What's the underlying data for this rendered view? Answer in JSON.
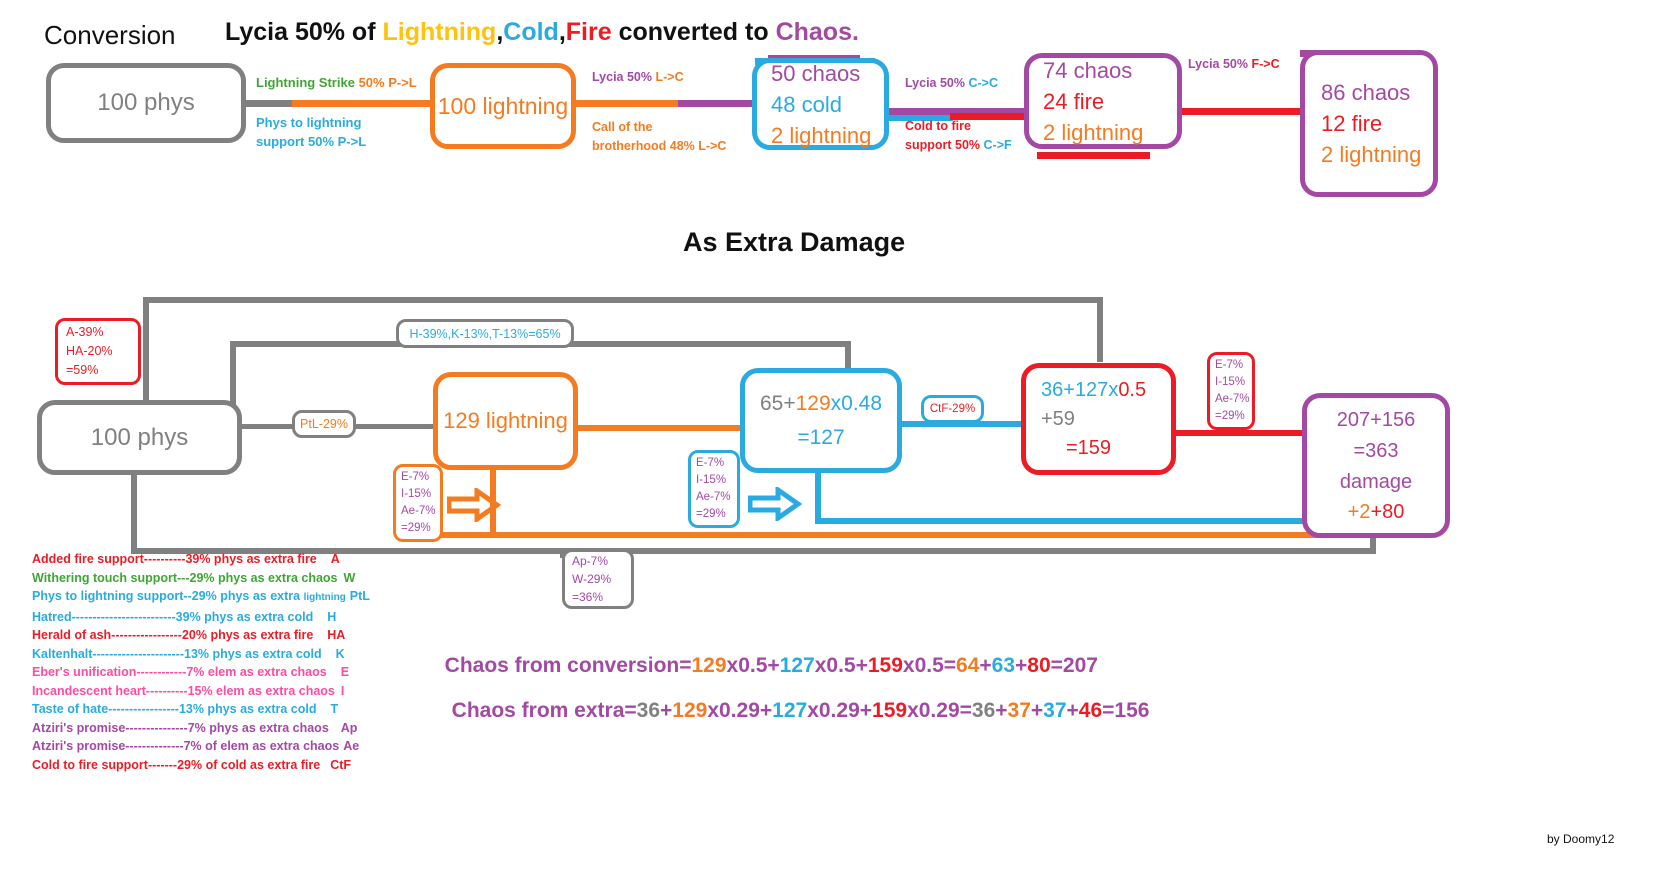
{
  "meta": {
    "credit": "by Doomy12",
    "colors": {
      "grey": "#808080",
      "orange": "#F47B20",
      "blue": "#29ABE2",
      "red": "#ED1C24",
      "purple": "#A349A4",
      "green": "#3FA535",
      "pink": "#FF4BA0",
      "gold": "#FFC20E",
      "black": "#111111"
    }
  },
  "section1": {
    "title": "Conversion",
    "headline": {
      "part1": "Lycia 50% of ",
      "lightning": "Lightning",
      "comma1": ",",
      "cold": "Cold",
      "comma2": ",",
      "fire": "Fire",
      "part2": " converted to ",
      "chaos": "Chaos."
    },
    "nodes": [
      {
        "id": "phys",
        "lines": [
          {
            "text": "100 phys",
            "color": "grey"
          }
        ]
      },
      {
        "id": "lightning",
        "lines": [
          {
            "text": "100 lightning",
            "color": "orange"
          }
        ]
      },
      {
        "id": "chaos50",
        "lines": [
          {
            "text": "50 chaos",
            "color": "purple"
          },
          {
            "text": "48 cold",
            "color": "blue"
          },
          {
            "text": "2 lightning",
            "color": "orange"
          }
        ]
      },
      {
        "id": "chaos74",
        "lines": [
          {
            "text": "74 chaos",
            "color": "purple"
          },
          {
            "text": "24 fire",
            "color": "red"
          },
          {
            "text": "2 lightning",
            "color": "orange"
          }
        ]
      },
      {
        "id": "chaos86",
        "lines": [
          {
            "text": "86 chaos",
            "color": "purple"
          },
          {
            "text": "12 fire",
            "color": "red"
          },
          {
            "text": "2 lightning",
            "color": "orange"
          }
        ]
      }
    ],
    "edge_labels": [
      {
        "id": "lightning-strike",
        "name": "Lightning Strike",
        "name_color": "green",
        "value": "50%  P->L",
        "value_color": "orange"
      },
      {
        "id": "phys-to-lightning",
        "name": "Phys to lightning",
        "name_color": "blue",
        "value": "support   50%  P->L",
        "value_color": "blue"
      },
      {
        "id": "lycia-l-c",
        "name": "Lycia 50%",
        "name_color": "purple",
        "value": " L->C",
        "value_color": "orange"
      },
      {
        "id": "call-of-brotherhood",
        "name": "Call of the",
        "name_color": "orange",
        "value": "brotherhood  48% L->C",
        "value_color": "orange"
      },
      {
        "id": "lycia-c-c",
        "name": "Lycia 50%",
        "name_color": "purple",
        "value": " C->C",
        "value_color": "blue"
      },
      {
        "id": "cold-to-fire",
        "name": "Cold to fire",
        "name_color": "red",
        "value": "support 50% ",
        "value2": "C->F",
        "value_color": "red"
      },
      {
        "id": "lycia-f-c",
        "name": "Lycia 50%",
        "name_color": "purple",
        "value": " F->C",
        "value_color": "red"
      }
    ]
  },
  "section2": {
    "title": "As Extra Damage",
    "nodes": [
      {
        "id": "phys2",
        "lines": [
          {
            "text": "100 phys",
            "color": "grey"
          }
        ]
      },
      {
        "id": "lightning129",
        "lines": [
          {
            "text": "129 lightning",
            "color": "orange"
          }
        ]
      },
      {
        "id": "cold127",
        "lines": [
          {
            "seg": [
              {
                "t": "65+",
                "c": "grey"
              },
              {
                "t": "129",
                "c": "orange"
              },
              {
                "t": "x0.48",
                "c": "blue"
              }
            ]
          },
          {
            "seg": [
              {
                "t": "=127",
                "c": "blue"
              }
            ]
          }
        ]
      },
      {
        "id": "fire159",
        "lines": [
          {
            "seg": [
              {
                "t": "36+",
                "c": "blue"
              },
              {
                "t": "127",
                "c": "blue"
              },
              {
                "t": "x",
                "c": "blue"
              },
              {
                "t": "0.5",
                "c": "red"
              }
            ]
          },
          {
            "seg": [
              {
                "t": "+59",
                "c": "grey"
              }
            ]
          },
          {
            "seg": [
              {
                "t": "=159",
                "c": "red"
              }
            ]
          }
        ]
      },
      {
        "id": "total363",
        "lines": [
          {
            "seg": [
              {
                "t": "207+156",
                "c": "purple"
              }
            ]
          },
          {
            "seg": [
              {
                "t": "=363",
                "c": "purple"
              }
            ]
          },
          {
            "seg": [
              {
                "t": "damage",
                "c": "purple"
              }
            ]
          },
          {
            "seg": [
              {
                "t": "+2",
                "c": "orange"
              },
              {
                "t": "+80",
                "c": "red"
              }
            ]
          }
        ]
      }
    ],
    "tags": [
      {
        "id": "a-ha",
        "border": "red",
        "rows": [
          {
            "t": "A-39%",
            "c": "red"
          },
          {
            "t": "HA-20%",
            "c": "red"
          },
          {
            "t": "=59%",
            "c": "red"
          }
        ]
      },
      {
        "id": "h-k-t",
        "border": "grey",
        "rows": [
          {
            "t": "H-39%,K-13%,T-13%=65%",
            "c": "blue"
          }
        ]
      },
      {
        "id": "ptl",
        "border": "grey",
        "rows": [
          {
            "t": "PtL-29%",
            "c": "orange"
          }
        ]
      },
      {
        "id": "extra-chaos-lightning",
        "border": "orange",
        "rows": [
          {
            "t": "E-7%",
            "c": "purple"
          },
          {
            "t": "I-15%",
            "c": "purple"
          },
          {
            "t": "Ae-7%",
            "c": "purple"
          },
          {
            "t": "=29%",
            "c": "purple"
          }
        ]
      },
      {
        "id": "extra-chaos-cold",
        "border": "blue",
        "rows": [
          {
            "t": "E-7%",
            "c": "purple"
          },
          {
            "t": "I-15%",
            "c": "purple"
          },
          {
            "t": "Ae-7%",
            "c": "purple"
          },
          {
            "t": "=29%",
            "c": "purple"
          }
        ]
      },
      {
        "id": "ctf",
        "border": "blue",
        "rows": [
          {
            "t": "CtF-29%",
            "c": "red"
          }
        ]
      },
      {
        "id": "extra-chaos-fire",
        "border": "red",
        "rows": [
          {
            "t": "E-7%",
            "c": "purple"
          },
          {
            "t": "I-15%",
            "c": "purple"
          },
          {
            "t": "Ae-7%",
            "c": "purple"
          },
          {
            "t": "=29%",
            "c": "purple"
          }
        ]
      },
      {
        "id": "ap-w",
        "border": "grey",
        "rows": [
          {
            "t": "Ap-7%",
            "c": "purple"
          },
          {
            "t": "W-29%",
            "c": "purple"
          },
          {
            "t": "=36%",
            "c": "purple"
          }
        ]
      }
    ]
  },
  "legend": {
    "rows": [
      {
        "name": "Added fire support----------",
        "effect": "39% phys as extra fire",
        "code": "A",
        "color": "red"
      },
      {
        "name": "Withering touch support---",
        "effect": "29% phys as extra chaos",
        "code": "W",
        "color": "green"
      },
      {
        "name": "Phys to lightning support--",
        "effect": "29% phys as extra ",
        "effect_small": "lightning",
        "code": "PtL",
        "color": "blue"
      },
      {
        "name": "Hatred-------------------------",
        "effect": "39% phys as extra cold",
        "code": "H",
        "color": "blue"
      },
      {
        "name": "Herald of ash-----------------",
        "effect": "20% phys as extra fire",
        "code": "HA",
        "color": "red"
      },
      {
        "name": "Kaltenhalt----------------------",
        "effect": "13% phys as extra cold",
        "code": "K",
        "color": "blue"
      },
      {
        "name": "Eber's unification------------",
        "effect": "7% elem as extra chaos",
        "code": "E",
        "color": "pink"
      },
      {
        "name": "Incandescent heart----------",
        "effect": "15% elem as extra chaos",
        "code": "I",
        "color": "pink"
      },
      {
        "name": "Taste of hate-----------------",
        "effect": "13% phys as extra cold",
        "code": "T",
        "color": "blue"
      },
      {
        "name": "Atziri's promise---------------",
        "effect": "7% phys as extra chaos",
        "code": "Ap",
        "color": "purple"
      },
      {
        "name": "Atziri's promise--------------",
        "effect": "7% of elem as extra chaos",
        "code": "Ae",
        "color": "purple"
      },
      {
        "name": "Cold to fire support-------",
        "effect": "29% of cold as extra fire",
        "code": "CtF",
        "color": "red"
      }
    ]
  },
  "equations": [
    {
      "id": "chaos-from-conversion",
      "seg": [
        {
          "t": "Chaos from conversion=",
          "c": "purple"
        },
        {
          "t": "129",
          "c": "orange"
        },
        {
          "t": "x0.5+",
          "c": "purple"
        },
        {
          "t": "127",
          "c": "blue"
        },
        {
          "t": "x0.5+",
          "c": "purple"
        },
        {
          "t": "159",
          "c": "red"
        },
        {
          "t": "x0.5=",
          "c": "purple"
        },
        {
          "t": "64",
          "c": "orange"
        },
        {
          "t": "+",
          "c": "purple"
        },
        {
          "t": "63",
          "c": "blue"
        },
        {
          "t": "+",
          "c": "purple"
        },
        {
          "t": "80",
          "c": "red"
        },
        {
          "t": "=207",
          "c": "purple"
        }
      ]
    },
    {
      "id": "chaos-from-extra",
      "seg": [
        {
          "t": "Chaos from extra=",
          "c": "purple"
        },
        {
          "t": "36",
          "c": "grey"
        },
        {
          "t": "+",
          "c": "purple"
        },
        {
          "t": "129",
          "c": "orange"
        },
        {
          "t": "x0.29+",
          "c": "purple"
        },
        {
          "t": "127",
          "c": "blue"
        },
        {
          "t": "x0.29+",
          "c": "purple"
        },
        {
          "t": "159",
          "c": "red"
        },
        {
          "t": "x0.29=",
          "c": "purple"
        },
        {
          "t": "36",
          "c": "grey"
        },
        {
          "t": "+",
          "c": "purple"
        },
        {
          "t": "37",
          "c": "orange"
        },
        {
          "t": "+",
          "c": "purple"
        },
        {
          "t": "37",
          "c": "blue"
        },
        {
          "t": "+",
          "c": "purple"
        },
        {
          "t": "46",
          "c": "red"
        },
        {
          "t": "=156",
          "c": "purple"
        }
      ]
    }
  ]
}
